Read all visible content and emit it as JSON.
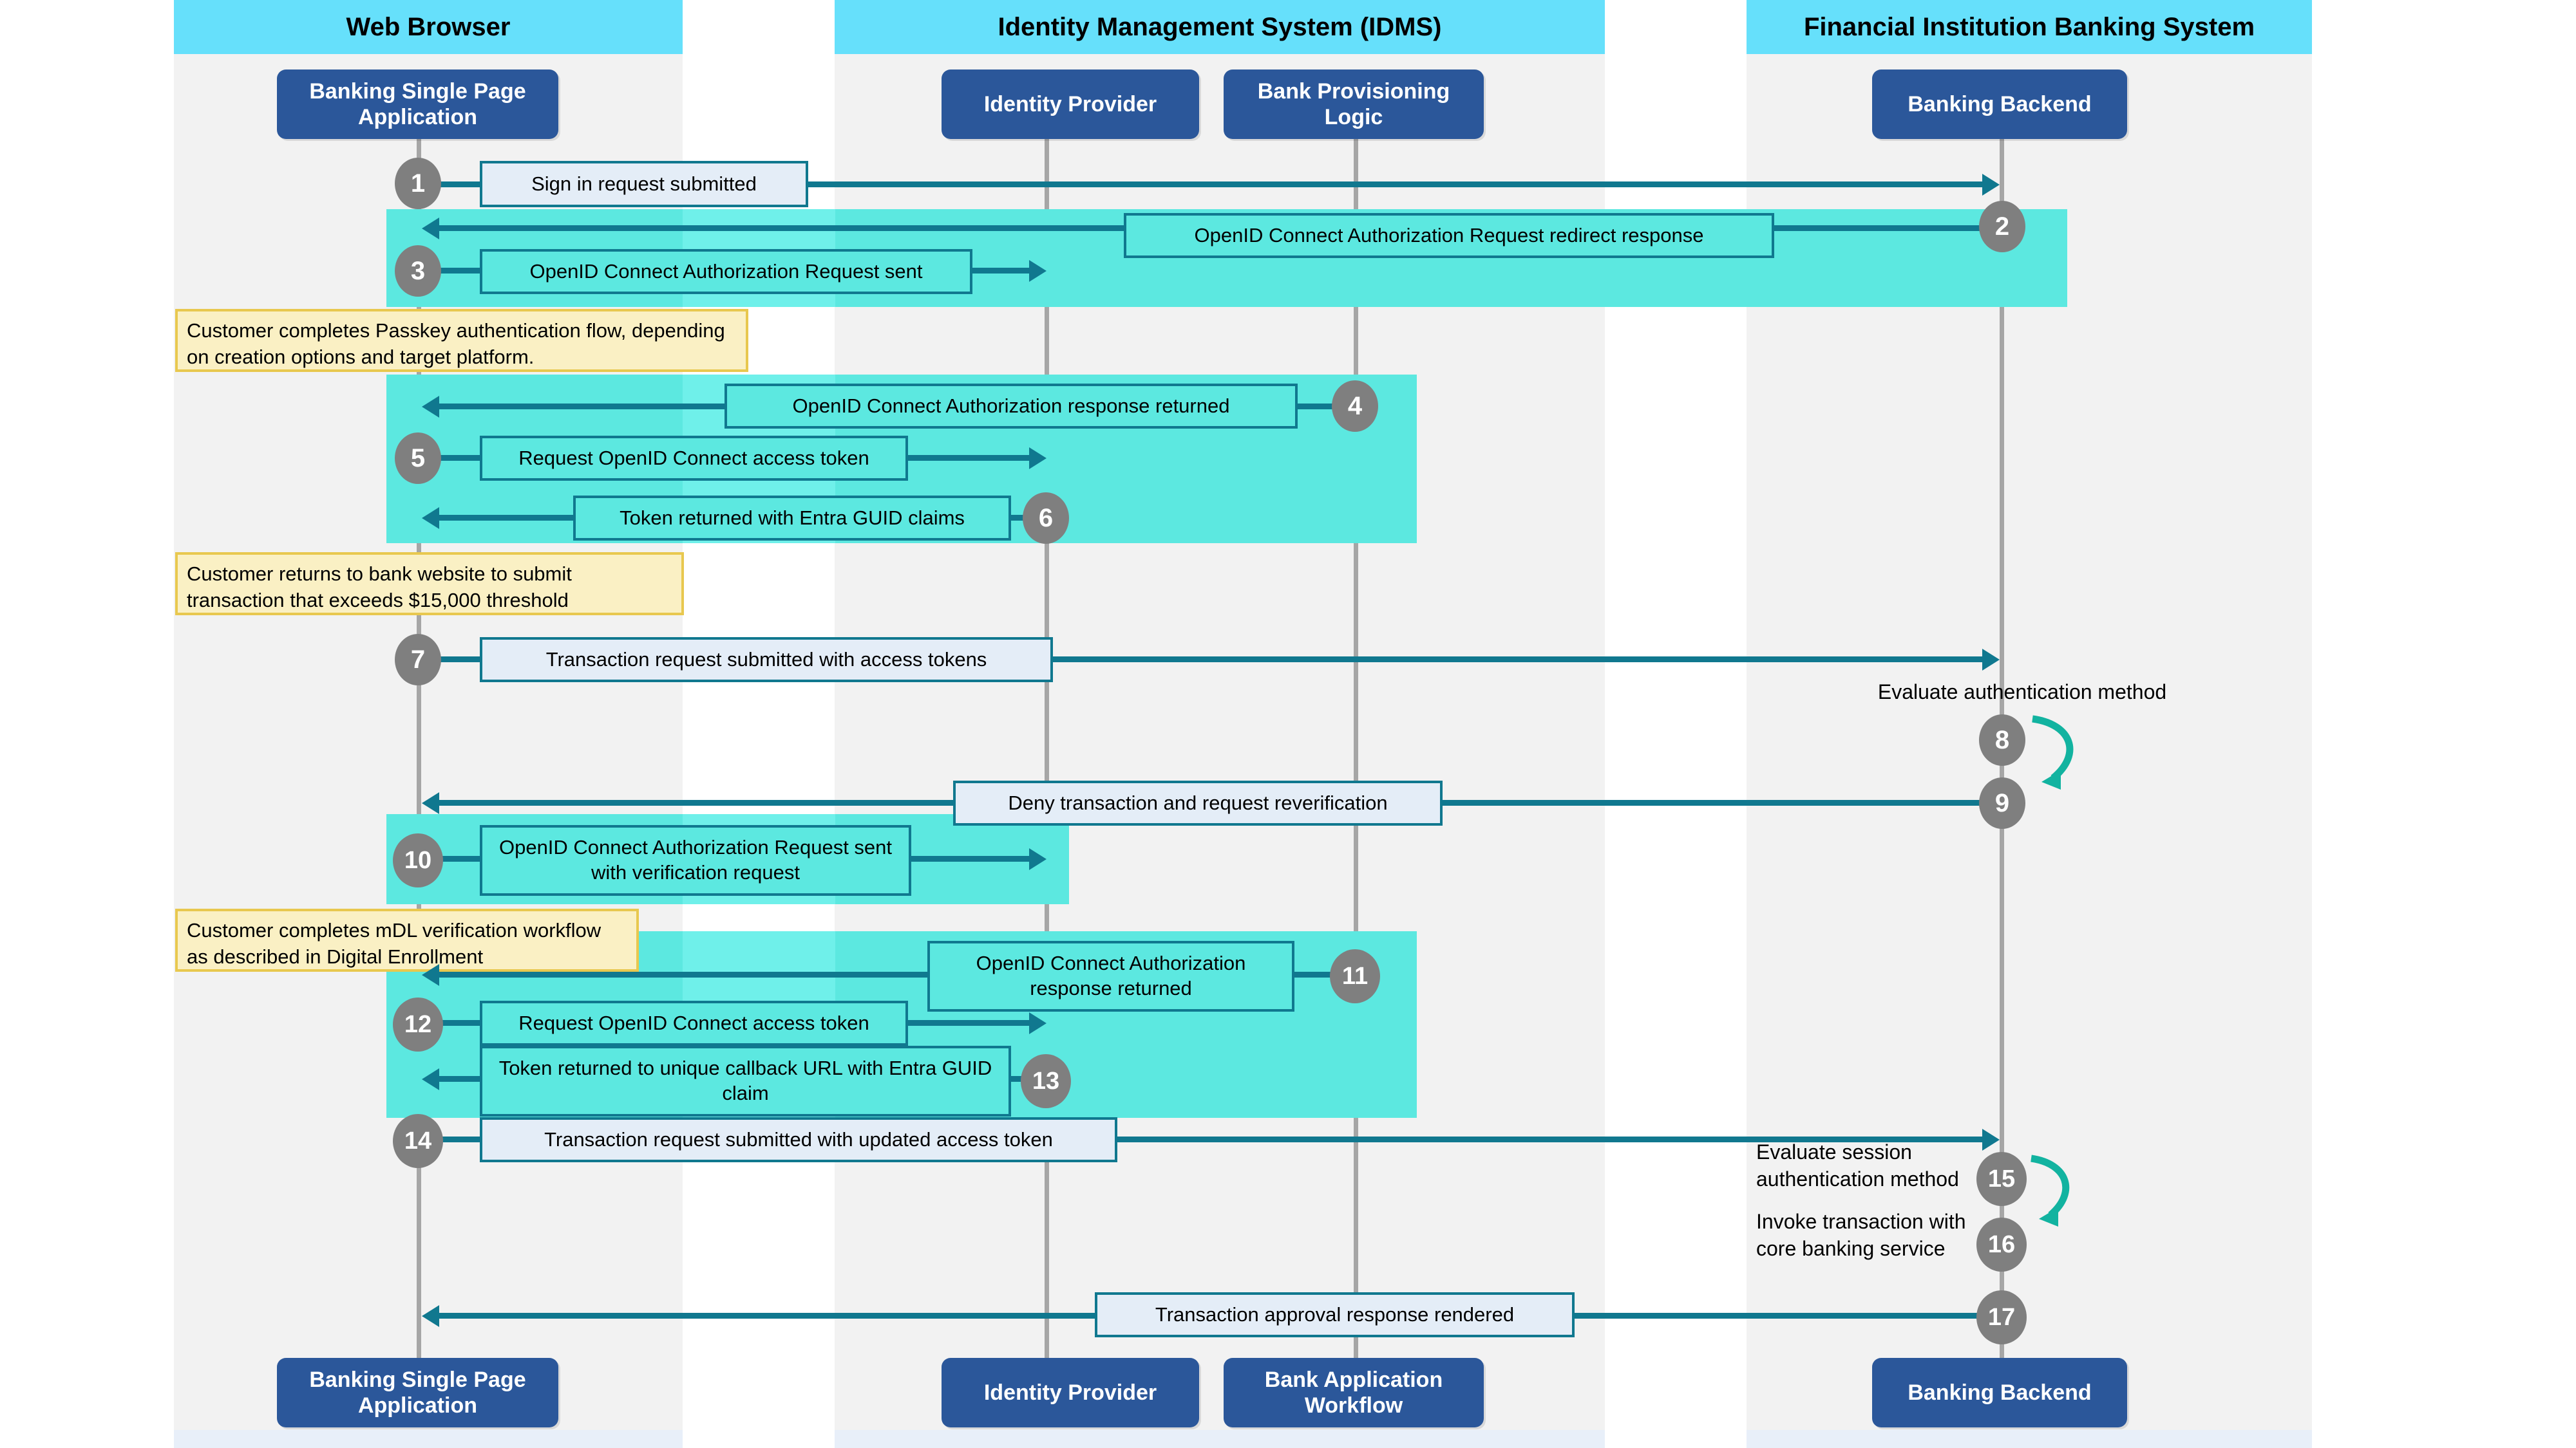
{
  "diagram": {
    "title": "Banking passkey and mDL re-verification sequence",
    "colors": {
      "lane_header": "#66e0fb",
      "lane_body": "#f2f2f2",
      "actor_box": "#2b579a",
      "arrow": "#10788f",
      "band_highlight": "#5ce8e0",
      "note_fill": "#faf0c4",
      "note_border": "#e8c84f",
      "step_marker": "#7f7f7f",
      "msg_fill": "#e4edf7",
      "lifeline": "#a6a6a6",
      "selfloop": "#12b3a0"
    }
  },
  "lanes": [
    {
      "id": "web-browser",
      "title": "Web Browser"
    },
    {
      "id": "idms",
      "title": "Identity Management System (IDMS)"
    },
    {
      "id": "financial",
      "title": "Financial Institution Banking System"
    }
  ],
  "actors_top": [
    {
      "id": "spa",
      "label": "Banking Single Page Application"
    },
    {
      "id": "idp",
      "label": "Identity Provider"
    },
    {
      "id": "bpl",
      "label": "Bank Provisioning Logic"
    },
    {
      "id": "backend",
      "label": "Banking Backend"
    }
  ],
  "actors_bottom": [
    {
      "id": "spa",
      "label": "Banking Single Page Application"
    },
    {
      "id": "idp",
      "label": "Identity Provider"
    },
    {
      "id": "baw",
      "label": "Bank Application Workflow"
    },
    {
      "id": "backend",
      "label": "Banking Backend"
    }
  ],
  "steps": [
    {
      "n": "1",
      "label": "Sign in request submitted",
      "from": "spa",
      "to": "backend",
      "dir": "right"
    },
    {
      "n": "2",
      "label": "OpenID Connect Authorization Request redirect response",
      "from": "backend",
      "to": "spa",
      "dir": "left"
    },
    {
      "n": "3",
      "label": "OpenID Connect Authorization Request sent",
      "from": "spa",
      "to": "idp",
      "dir": "right"
    },
    {
      "n": "4",
      "label": "OpenID Connect Authorization response returned",
      "from": "bpl",
      "to": "spa",
      "dir": "left"
    },
    {
      "n": "5",
      "label": "Request OpenID Connect access token",
      "from": "spa",
      "to": "idp",
      "dir": "right"
    },
    {
      "n": "6",
      "label": "Token returned with Entra GUID claims",
      "from": "idp",
      "to": "spa",
      "dir": "left"
    },
    {
      "n": "7",
      "label": "Transaction request submitted with access tokens",
      "from": "spa",
      "to": "backend",
      "dir": "right"
    },
    {
      "n": "8",
      "label": "Evaluate authentication method",
      "from": "backend",
      "to": "backend",
      "dir": "self"
    },
    {
      "n": "9",
      "label": "Deny transaction and request reverification",
      "from": "backend",
      "to": "spa",
      "dir": "left"
    },
    {
      "n": "10",
      "label": "OpenID Connect Authorization Request sent with verification request",
      "from": "spa",
      "to": "idp",
      "dir": "right"
    },
    {
      "n": "11",
      "label": "OpenID Connect Authorization response returned",
      "from": "bpl",
      "to": "spa",
      "dir": "left"
    },
    {
      "n": "12",
      "label": "Request OpenID Connect access token",
      "from": "spa",
      "to": "idp",
      "dir": "right"
    },
    {
      "n": "13",
      "label": "Token returned to unique callback URL with Entra GUID claim",
      "from": "idp",
      "to": "spa",
      "dir": "left"
    },
    {
      "n": "14",
      "label": "Transaction request submitted with updated access token",
      "from": "spa",
      "to": "backend",
      "dir": "right"
    },
    {
      "n": "15",
      "label": "Evaluate session authentication method",
      "from": "backend",
      "to": "backend",
      "dir": "self"
    },
    {
      "n": "16",
      "label": "Invoke transaction with core banking service",
      "from": "backend",
      "to": "backend",
      "dir": "self"
    },
    {
      "n": "17",
      "label": "Transaction approval response rendered",
      "from": "backend",
      "to": "spa",
      "dir": "left"
    }
  ],
  "notes": [
    {
      "id": "note-passkey",
      "text": "Customer completes Passkey authentication flow, depending on creation options and target platform."
    },
    {
      "id": "note-threshold",
      "text": "Customer returns to bank website to submit transaction that exceeds $15,000 threshold"
    },
    {
      "id": "note-mdl",
      "text": "Customer completes mDL verification workflow as described in Digital Enrollment"
    }
  ],
  "side_labels": [
    {
      "id": "label-eval-auth",
      "text": "Evaluate authentication method"
    },
    {
      "id": "label-eval-session",
      "text": "Evaluate session authentication method"
    },
    {
      "id": "label-invoke-core",
      "text": "Invoke transaction with core banking service"
    }
  ]
}
